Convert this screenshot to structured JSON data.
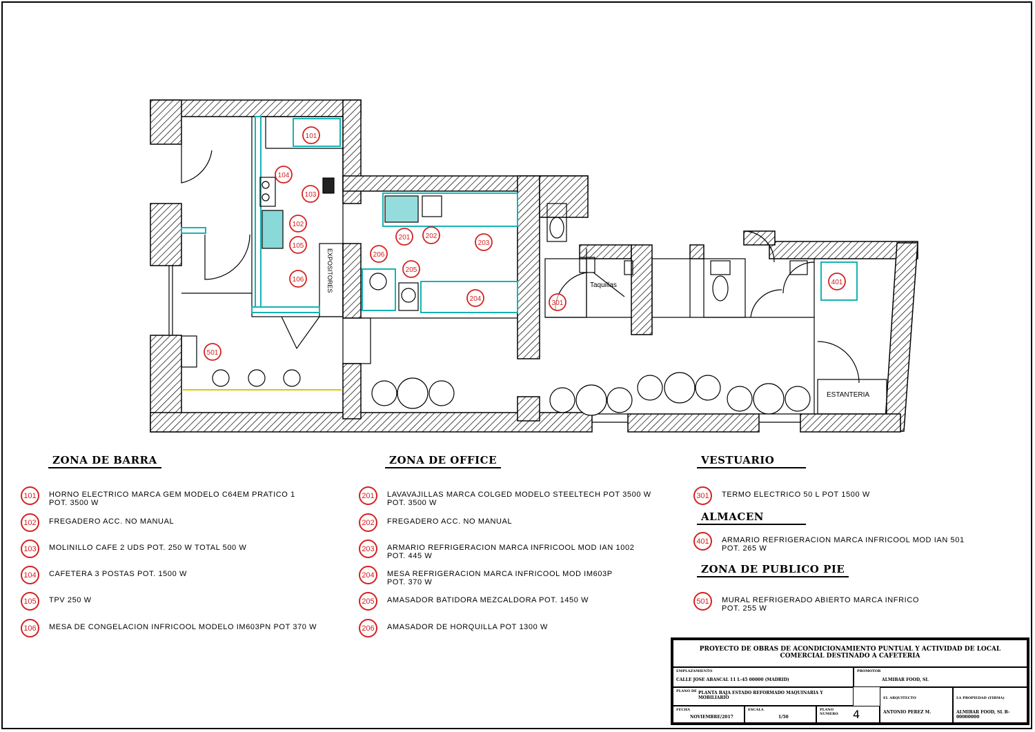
{
  "plan": {
    "room_labels": {
      "expositores": "EXPOSITORES",
      "taquillas": "Taquillas",
      "estanteria": "ESTANTERIA"
    },
    "markers": [
      "101",
      "102",
      "103",
      "104",
      "105",
      "106",
      "201",
      "202",
      "203",
      "204",
      "205",
      "206",
      "301",
      "401",
      "501"
    ]
  },
  "zones": {
    "barra": {
      "title": "ZONA DE BARRA",
      "items": [
        {
          "code": "101",
          "text": "HORNO ELECTRICO MARCA GEM MODELO C64EM PRATICO 1\nPOT. 3500 W"
        },
        {
          "code": "102",
          "text": "FREGADERO ACC. NO MANUAL"
        },
        {
          "code": "103",
          "text": "MOLINILLO CAFE 2 UDS POT. 250 W TOTAL 500 W"
        },
        {
          "code": "104",
          "text": "CAFETERA 3 POSTAS POT. 1500 W"
        },
        {
          "code": "105",
          "text": "TPV 250 W"
        },
        {
          "code": "106",
          "text": "MESA DE CONGELACION INFRICOOL MODELO IM603PN POT 370 W"
        }
      ]
    },
    "office": {
      "title": "ZONA DE OFFICE",
      "items": [
        {
          "code": "201",
          "text": "LAVAVAJILLAS MARCA COLGED MODELO STEELTECH POT 3500 W\nPOT. 3500 W"
        },
        {
          "code": "202",
          "text": "FREGADERO ACC. NO MANUAL"
        },
        {
          "code": "203",
          "text": "ARMARIO REFRIGERACION MARCA INFRICOOL MOD IAN 1002\nPOT. 445 W"
        },
        {
          "code": "204",
          "text": "MESA REFRIGERACION MARCA INFRICOOL MOD IM603P\nPOT. 370 W"
        },
        {
          "code": "205",
          "text": "AMASADOR BATIDORA MEZCALDORA POT. 1450 W"
        },
        {
          "code": "206",
          "text": "AMASADOR DE HORQUILLA POT 1300 W"
        }
      ]
    },
    "vestuario": {
      "title": "VESTUARIO",
      "items": [
        {
          "code": "301",
          "text": "TERMO ELECTRICO 50 l POT 1500 W"
        }
      ]
    },
    "almacen": {
      "title": "ALMACEN",
      "items": [
        {
          "code": "401",
          "text": "ARMARIO REFRIGERACION MARCA INFRICOOL MOD IAN 501\nPOT. 265 W"
        }
      ]
    },
    "publico": {
      "title": "ZONA DE PUBLICO PIE",
      "items": [
        {
          "code": "501",
          "text": "MURAL REFRIGERADO ABIERTO MARCA INFRICO\nPOT. 255 W"
        }
      ]
    }
  },
  "title_block": {
    "project": "PROYECTO DE OBRAS DE ACONDICIONAMIENTO PUNTUAL Y ACTIVIDAD DE LOCAL\nCOMERCIAL DESTINADO A CAFETERIA",
    "emplazamiento_label": "EMPLAZAMIENTO",
    "emplazamiento": "CALLE JOSE ABASCAL 11 L-45 00000 (MADRID)",
    "promotor_label": "PROMOTOR",
    "promotor": "ALMIBAR FOOD, SL",
    "plano_label": "PLANO DE",
    "plano": "PLANTA BAJA ESTADO REFORMADO MAQUINARIA Y MOBILIARIO",
    "fecha_label": "FECHA",
    "fecha": "NOVIEMBRE/2017",
    "escala_label": "ESCALA",
    "escala": "1/50",
    "plano_num_label": "PLANO NUMERO",
    "plano_num": "4",
    "arquitecto_label": "EL ARQUITECTO",
    "arquitecto": "ANTONIO PEREZ M.",
    "propiedad_label": "LA PROPIEDAD (FIRMA)",
    "propiedad": "ALMIBAR FOOD, SL B-00000000"
  }
}
